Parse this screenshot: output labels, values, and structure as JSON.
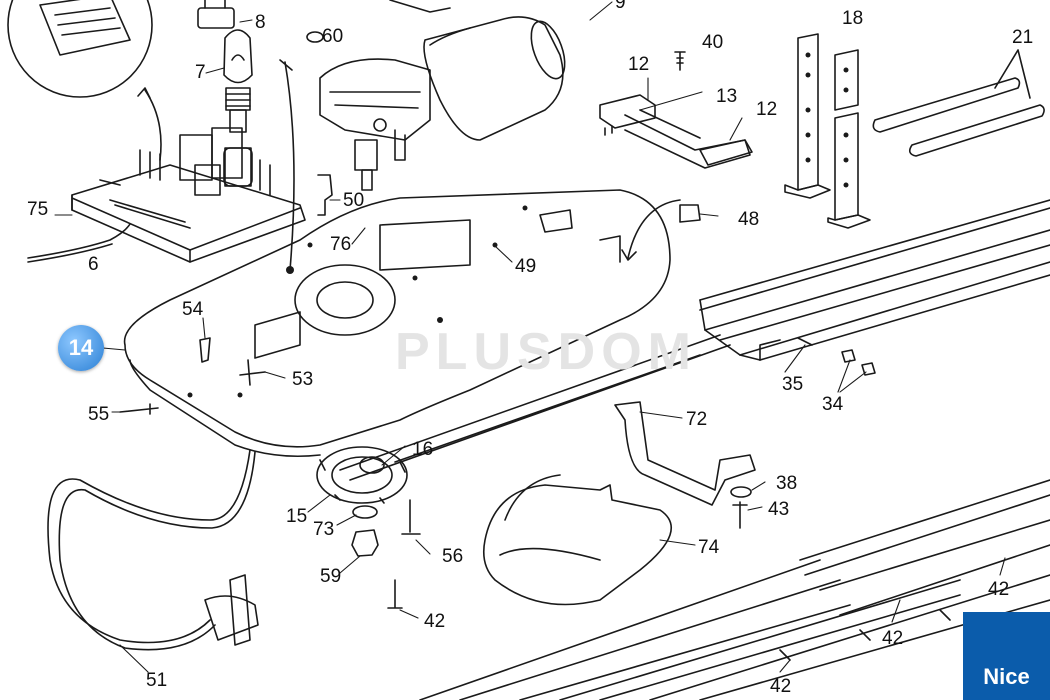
{
  "callouts": [
    {
      "id": "c8",
      "text": "8"
    },
    {
      "id": "c60",
      "text": "60"
    },
    {
      "id": "c9",
      "text": "9"
    },
    {
      "id": "c7",
      "text": "7"
    },
    {
      "id": "c40",
      "text": "40"
    },
    {
      "id": "c18",
      "text": "18"
    },
    {
      "id": "c21",
      "text": "21"
    },
    {
      "id": "c12a",
      "text": "12"
    },
    {
      "id": "c13",
      "text": "13"
    },
    {
      "id": "c12b",
      "text": "12"
    },
    {
      "id": "c75",
      "text": "75"
    },
    {
      "id": "c6",
      "text": "6"
    },
    {
      "id": "c50",
      "text": "50"
    },
    {
      "id": "c76",
      "text": "76"
    },
    {
      "id": "c48",
      "text": "48"
    },
    {
      "id": "c49",
      "text": "49"
    },
    {
      "id": "c54",
      "text": "54"
    },
    {
      "id": "c53",
      "text": "53"
    },
    {
      "id": "c35",
      "text": "35"
    },
    {
      "id": "c34",
      "text": "34"
    },
    {
      "id": "c55",
      "text": "55"
    },
    {
      "id": "c72",
      "text": "72"
    },
    {
      "id": "c16",
      "text": "16"
    },
    {
      "id": "c38",
      "text": "38"
    },
    {
      "id": "c43",
      "text": "43"
    },
    {
      "id": "c15",
      "text": "15"
    },
    {
      "id": "c73",
      "text": "73"
    },
    {
      "id": "c56",
      "text": "56"
    },
    {
      "id": "c74",
      "text": "74"
    },
    {
      "id": "c59",
      "text": "59"
    },
    {
      "id": "c42a",
      "text": "42"
    },
    {
      "id": "c42b",
      "text": "42"
    },
    {
      "id": "c42c",
      "text": "42"
    },
    {
      "id": "c42d",
      "text": "42"
    },
    {
      "id": "c51",
      "text": "51"
    }
  ],
  "highlight_badge": "14",
  "brand_logo": "Nice",
  "watermark": "PLUSDOM"
}
